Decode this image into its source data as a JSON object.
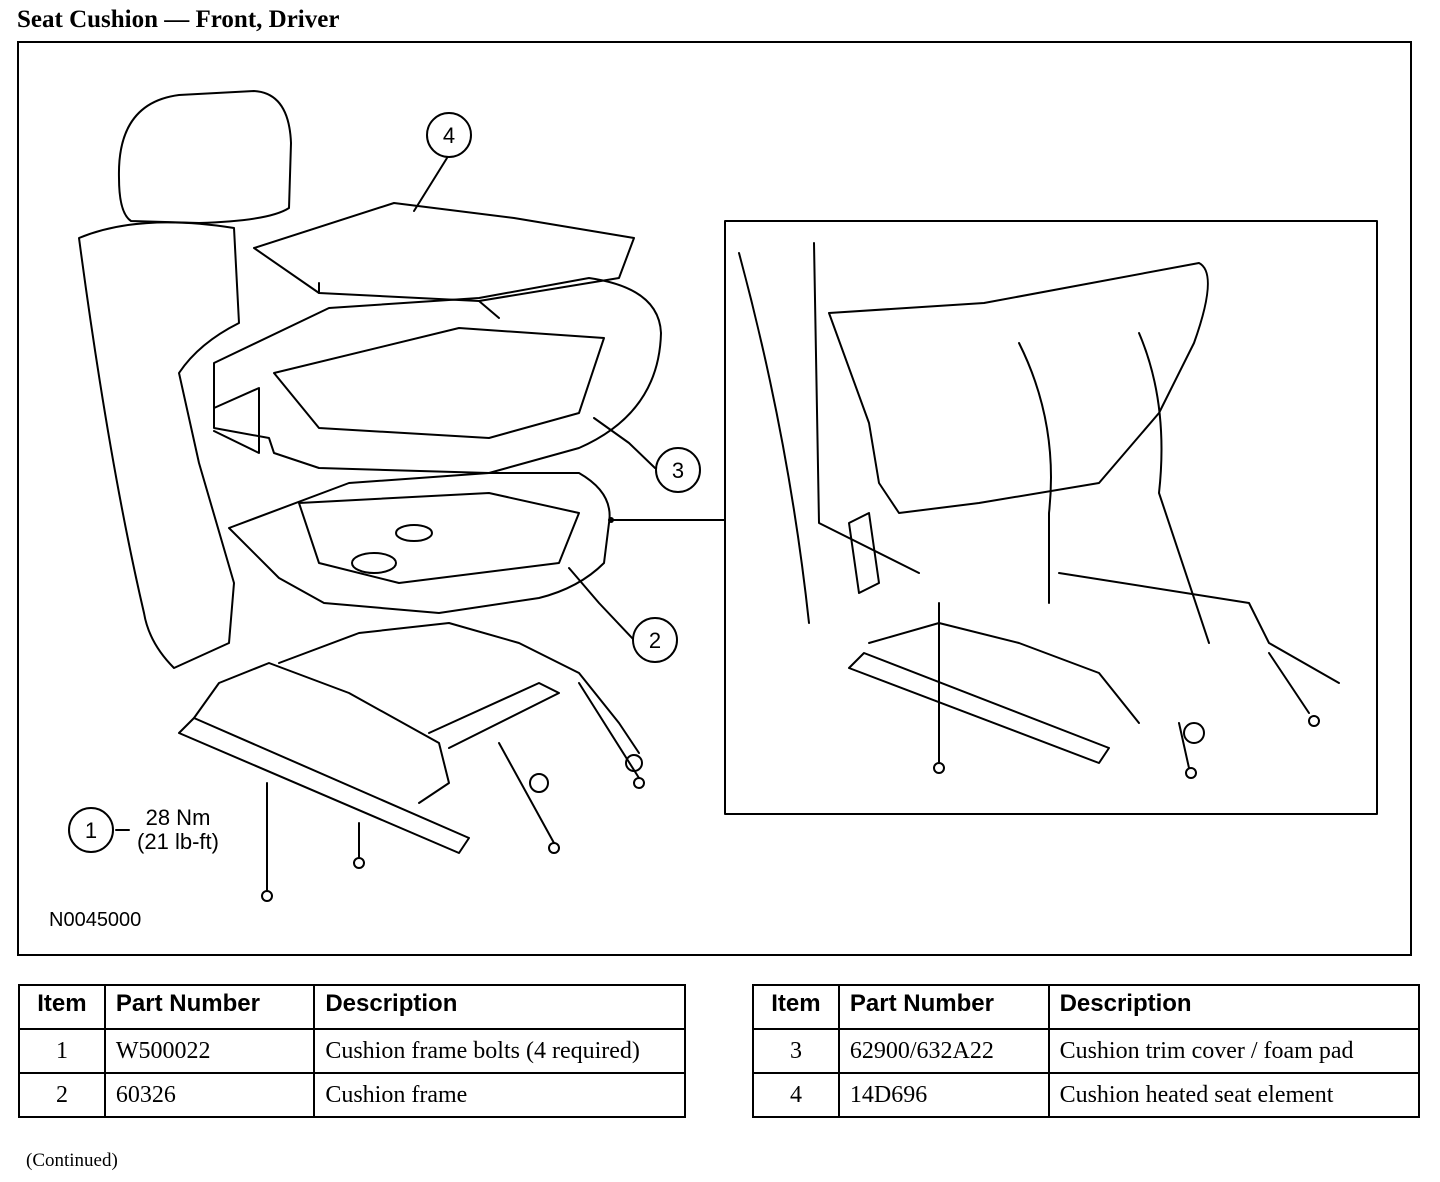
{
  "page": {
    "title": "Seat Cushion — Front, Driver",
    "continued": "(Continued)"
  },
  "figure": {
    "code": "N0045000",
    "callouts": [
      "1",
      "2",
      "3",
      "4"
    ],
    "torque": {
      "metric": "28 Nm",
      "imperial": "(21 lb-ft)"
    }
  },
  "tables": {
    "headers": {
      "item": "Item",
      "part_number": "Part Number",
      "description": "Description"
    },
    "left": [
      {
        "item": "1",
        "part_number": "W500022",
        "description": "Cushion frame bolts (4 required)"
      },
      {
        "item": "2",
        "part_number": "60326",
        "description": "Cushion frame"
      }
    ],
    "right": [
      {
        "item": "3",
        "part_number": "62900/632A22",
        "description": "Cushion trim cover / foam pad"
      },
      {
        "item": "4",
        "part_number": "14D696",
        "description": "Cushion heated seat element"
      }
    ]
  }
}
